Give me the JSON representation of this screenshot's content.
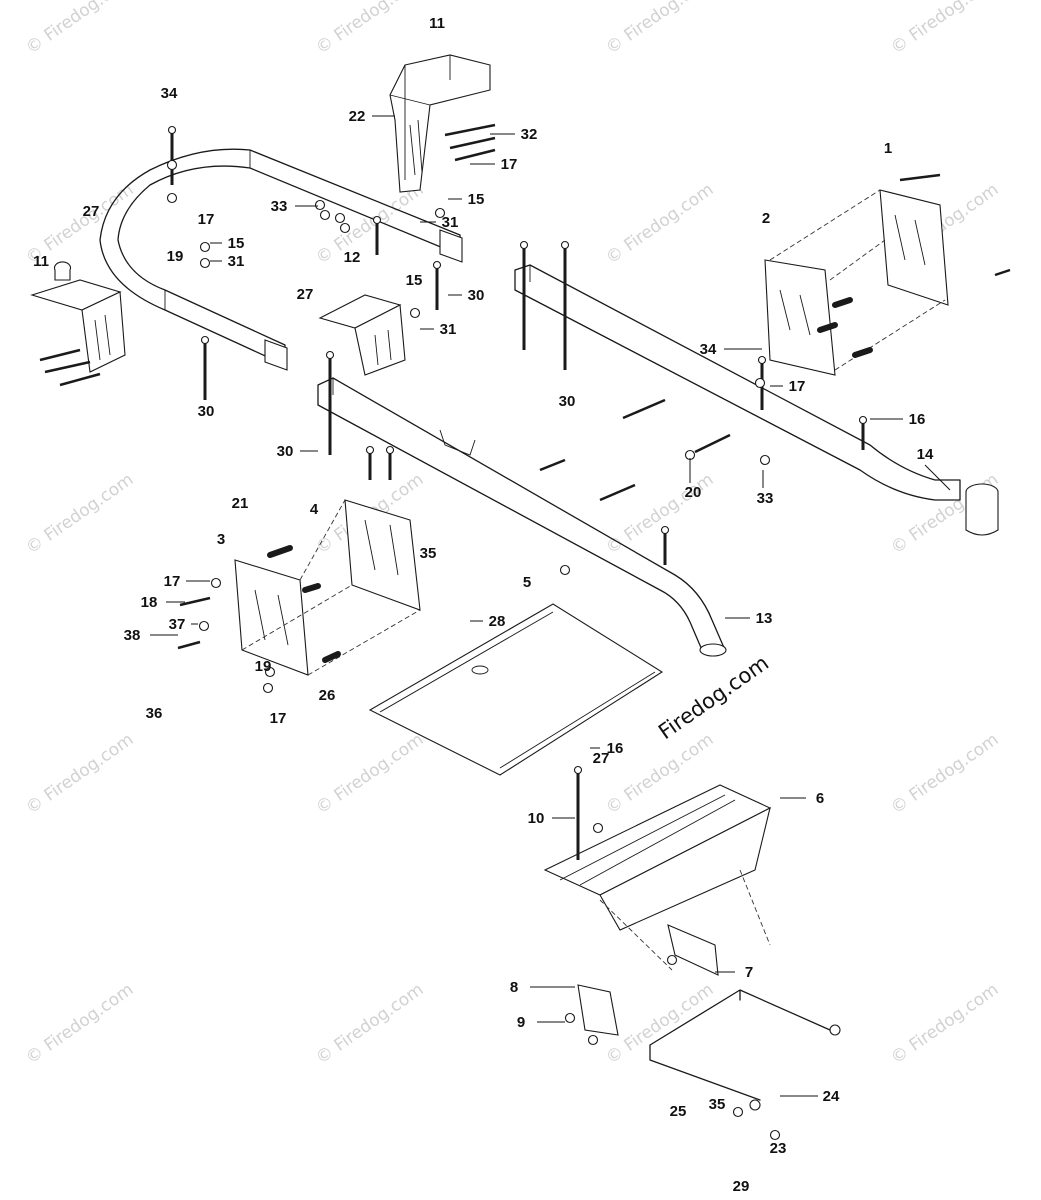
{
  "watermark": {
    "text": "© Firedog.com",
    "center_text": "Firedog.com"
  },
  "callouts": [
    {
      "id": "c1",
      "text": "1"
    },
    {
      "id": "c2",
      "text": "2"
    },
    {
      "id": "c3",
      "text": "3"
    },
    {
      "id": "c4",
      "text": "4"
    },
    {
      "id": "c5",
      "text": "5"
    },
    {
      "id": "c6",
      "text": "6"
    },
    {
      "id": "c7",
      "text": "7"
    },
    {
      "id": "c8",
      "text": "8"
    },
    {
      "id": "c9",
      "text": "9"
    },
    {
      "id": "c10",
      "text": "10"
    },
    {
      "id": "c11a",
      "text": "11"
    },
    {
      "id": "c11b",
      "text": "11"
    },
    {
      "id": "c12",
      "text": "12"
    },
    {
      "id": "c13",
      "text": "13"
    },
    {
      "id": "c14",
      "text": "14"
    },
    {
      "id": "c15a",
      "text": "15"
    },
    {
      "id": "c15b",
      "text": "15"
    },
    {
      "id": "c15c",
      "text": "15"
    },
    {
      "id": "c16a",
      "text": "16"
    },
    {
      "id": "c16b",
      "text": "16"
    },
    {
      "id": "c17a",
      "text": "17"
    },
    {
      "id": "c17b",
      "text": "17"
    },
    {
      "id": "c17c",
      "text": "17"
    },
    {
      "id": "c17d",
      "text": "17"
    },
    {
      "id": "c17e",
      "text": "17"
    },
    {
      "id": "c18",
      "text": "18"
    },
    {
      "id": "c19a",
      "text": "19"
    },
    {
      "id": "c19b",
      "text": "19"
    },
    {
      "id": "c20",
      "text": "20"
    },
    {
      "id": "c21",
      "text": "21"
    },
    {
      "id": "c22",
      "text": "22"
    },
    {
      "id": "c23",
      "text": "23"
    },
    {
      "id": "c24",
      "text": "24"
    },
    {
      "id": "c25",
      "text": "25"
    },
    {
      "id": "c26",
      "text": "26"
    },
    {
      "id": "c27a",
      "text": "27"
    },
    {
      "id": "c27b",
      "text": "27"
    },
    {
      "id": "c27c",
      "text": "27"
    },
    {
      "id": "c28",
      "text": "28"
    },
    {
      "id": "c29",
      "text": "29"
    },
    {
      "id": "c30a",
      "text": "30"
    },
    {
      "id": "c30b",
      "text": "30"
    },
    {
      "id": "c30c",
      "text": "30"
    },
    {
      "id": "c30d",
      "text": "30"
    },
    {
      "id": "c31a",
      "text": "31"
    },
    {
      "id": "c31b",
      "text": "31"
    },
    {
      "id": "c31c",
      "text": "31"
    },
    {
      "id": "c32",
      "text": "32"
    },
    {
      "id": "c33a",
      "text": "33"
    },
    {
      "id": "c33b",
      "text": "33"
    },
    {
      "id": "c34a",
      "text": "34"
    },
    {
      "id": "c34b",
      "text": "34"
    },
    {
      "id": "c35a",
      "text": "35"
    },
    {
      "id": "c35b",
      "text": "35"
    },
    {
      "id": "c36",
      "text": "36"
    },
    {
      "id": "c37",
      "text": "37"
    },
    {
      "id": "c38",
      "text": "38"
    }
  ]
}
